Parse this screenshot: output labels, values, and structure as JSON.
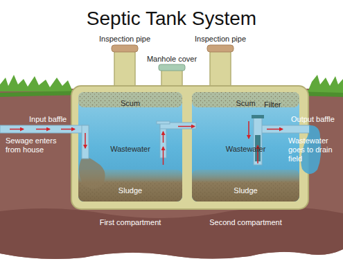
{
  "diagram": {
    "title": "Septic Tank System",
    "nodes": [
      {
        "text": [
          "Scum",
          "Wastewater",
          "Sludge",
          "First compartment"
        ]
      },
      {
        "text": [
          "Scum",
          "Wastewater",
          "Sludge",
          "Second compartment"
        ]
      }
    ],
    "edges": [
      {
        "from": 0,
        "to": 1,
        "arrow": "to"
      }
    ],
    "labels": [
      "Inspection pipe",
      "Manhole cover",
      "Inspection pipe",
      "Input baffle",
      "Filter",
      "Output baffle",
      "Sewage enters from house",
      "Wastewater goes to drain field"
    ]
  }
}
